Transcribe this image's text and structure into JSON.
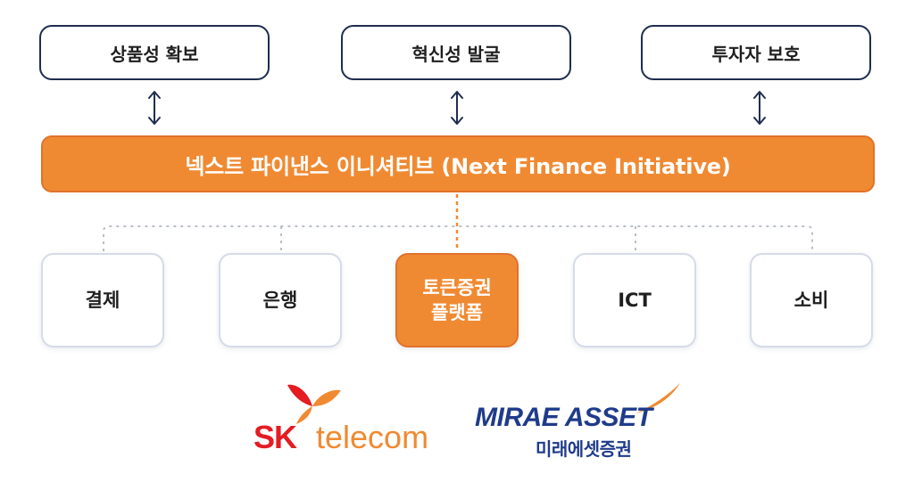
{
  "goals": [
    {
      "label": "상품성 확보"
    },
    {
      "label": "혁신성 발굴"
    },
    {
      "label": "투자자 보호"
    }
  ],
  "initiative": {
    "label": "넥스트 파이낸스 이니셔티브 (Next Finance Initiative)"
  },
  "domains": [
    {
      "label": "결제"
    },
    {
      "label": "은행"
    },
    {
      "label": "토큰증권",
      "label2": "플랫폼"
    },
    {
      "label": "ICT"
    },
    {
      "label": "소비"
    }
  ],
  "logos": {
    "sk": {
      "brand": "SK",
      "product": "telecom"
    },
    "mirae": {
      "en": "MIRAE ASSET",
      "kr": "미래에셋증권"
    }
  },
  "colors": {
    "accent": "#f08a32",
    "navy": "#1f2d4f",
    "sk_red": "#e51c23",
    "mirae_blue": "#1f3b8a"
  }
}
